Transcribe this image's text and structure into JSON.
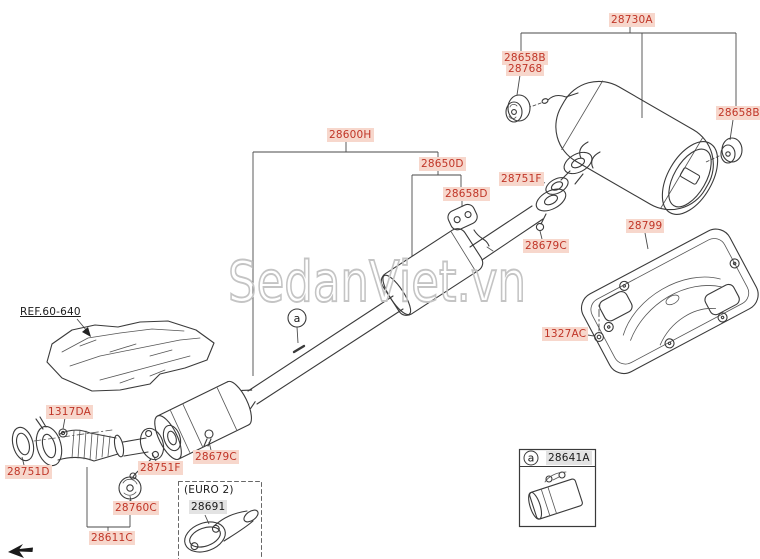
{
  "watermark": "SedanViet.vn",
  "markers": {
    "a_diagram": "a",
    "a_legend": "a"
  },
  "callouts": {
    "muffler_assy": "28730A",
    "hanger_front": "28658B",
    "hanger_front_alt": "28768",
    "hanger_rear": "28658B",
    "center_pipe_assy": "28600H",
    "center_muffler": "28650D",
    "hanger_center": "28658D",
    "gasket_rear": "28751F",
    "bolt_rear": "28679C",
    "heat_protector": "28799",
    "bolt_protector": "1327AC",
    "heat_shield_ref": "REF.60-640",
    "nut_flange": "1317DA",
    "gasket_front": "28751D",
    "gasket_mid": "28751F",
    "bolt_mid": "28679C",
    "hanger_pipe": "28760C",
    "front_pipe": "28611C",
    "euro2_title": "(EURO 2)",
    "euro2_pipe": "28691",
    "clamp": "28641A"
  }
}
